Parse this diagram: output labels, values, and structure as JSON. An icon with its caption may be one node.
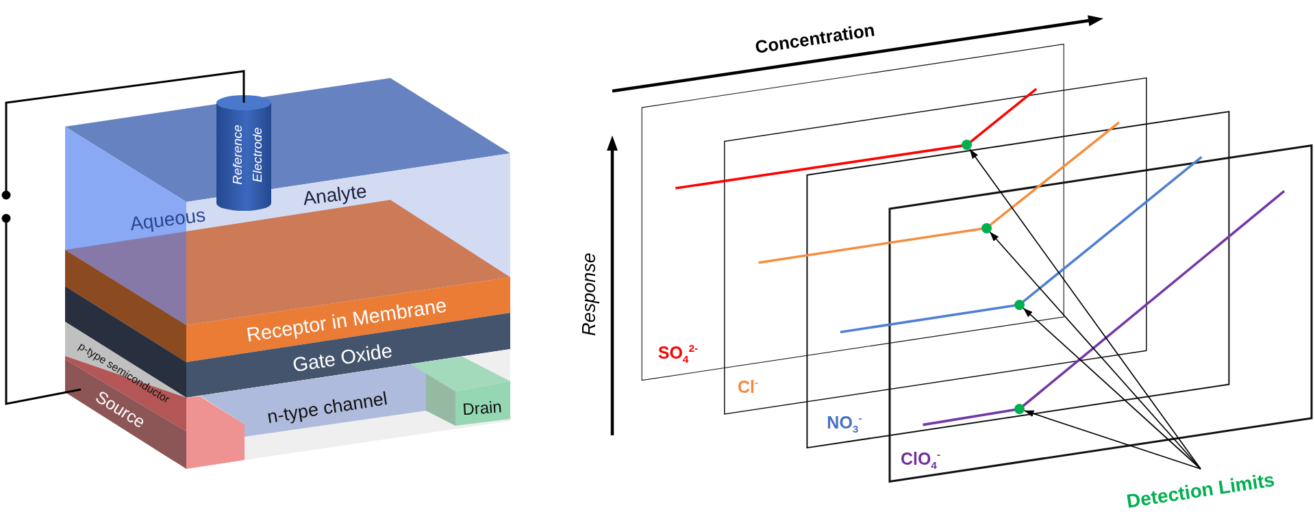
{
  "diagram": {
    "nodes": [
      {
        "text": [],
        "shape": "circle"
      },
      {
        "text": [],
        "shape": "circle"
      },
      {
        "text": [],
        "shape": "circle"
      },
      {
        "text": [],
        "shape": "circle"
      },
      {
        "text": [
          "Detection Limits"
        ]
      }
    ],
    "edges": [
      {
        "from": 4,
        "to": 0,
        "arrow": "to"
      },
      {
        "from": 4,
        "to": 1,
        "arrow": "to"
      },
      {
        "from": 4,
        "to": 2,
        "arrow": "to"
      },
      {
        "from": 4,
        "to": 3,
        "arrow": "to"
      }
    ],
    "labels": [
      "Reference Electrode",
      "Aqueous",
      "Analyte",
      "Receptor in Membrane",
      "Gate Oxide",
      "p-type semiconductor",
      "Source",
      "n-type channel",
      "Drain",
      "Concentration",
      "Response",
      "SO$_{4}$$^{2-}$",
      "Cl$^{-}$",
      "NO$_{3}$$^{-}$",
      "ClO$_{4}$$^{-}$"
    ]
  }
}
